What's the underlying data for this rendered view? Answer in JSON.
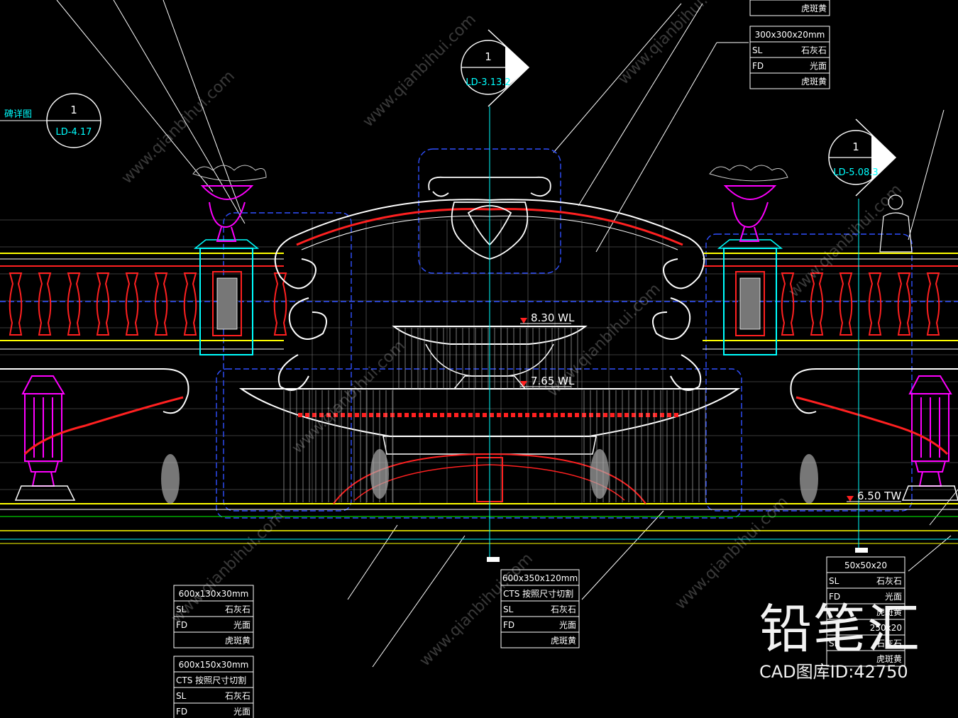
{
  "callout_refs": [
    {
      "number": "1",
      "sheet": "LD-4.17"
    },
    {
      "number": "1",
      "sheet": "LD-3.13.2"
    },
    {
      "number": "1",
      "sheet": "LD-5.08.3"
    }
  ],
  "detail_label_partial": "碑详图",
  "levels": [
    {
      "text": "8.30 WL"
    },
    {
      "text": "7.65 WL"
    },
    {
      "text": "6.50 TW"
    }
  ],
  "material_tables": [
    {
      "title": "",
      "rows": [
        [
          "",
          "虎斑黄"
        ]
      ]
    },
    {
      "title": "300x300x20mm",
      "rows": [
        [
          "SL",
          "石灰石"
        ],
        [
          "FD",
          "光面"
        ],
        [
          "",
          "虎斑黄"
        ]
      ]
    },
    {
      "title": "600x130x30mm",
      "rows": [
        [
          "SL",
          "石灰石"
        ],
        [
          "FD",
          "光面"
        ],
        [
          "",
          "虎斑黄"
        ]
      ]
    },
    {
      "title": "600x150x30mm",
      "rows": [
        [
          "CTS 按照尺寸切割",
          ""
        ],
        [
          "SL",
          "石灰石"
        ],
        [
          "FD",
          "光面"
        ]
      ]
    },
    {
      "title": "600x350x120mm",
      "rows": [
        [
          "CTS 按照尺寸切割",
          ""
        ],
        [
          "SL",
          "石灰石"
        ],
        [
          "FD",
          "光面"
        ],
        [
          "",
          "虎斑黄"
        ]
      ]
    },
    {
      "title": "50x50x20",
      "rows": [
        [
          "SL",
          "石灰石"
        ],
        [
          "FD",
          "光面"
        ],
        [
          "",
          "虎斑黄"
        ],
        [
          "",
          "250x20"
        ],
        [
          "SL",
          "石灰石"
        ],
        [
          "",
          "虎斑黄"
        ]
      ]
    }
  ],
  "watermark": {
    "brand": "铅笔汇",
    "id_text": "CAD图库ID:42750",
    "diagonal_text": "www.qianbihui.com"
  },
  "colors": {
    "background": "#000000",
    "red": "#ff2020",
    "cyan": "#00ffff",
    "magenta": "#ff00ff",
    "yellow": "#ffff00",
    "blue": "#2040ff",
    "white": "#ffffff",
    "green": "#00ff00"
  }
}
